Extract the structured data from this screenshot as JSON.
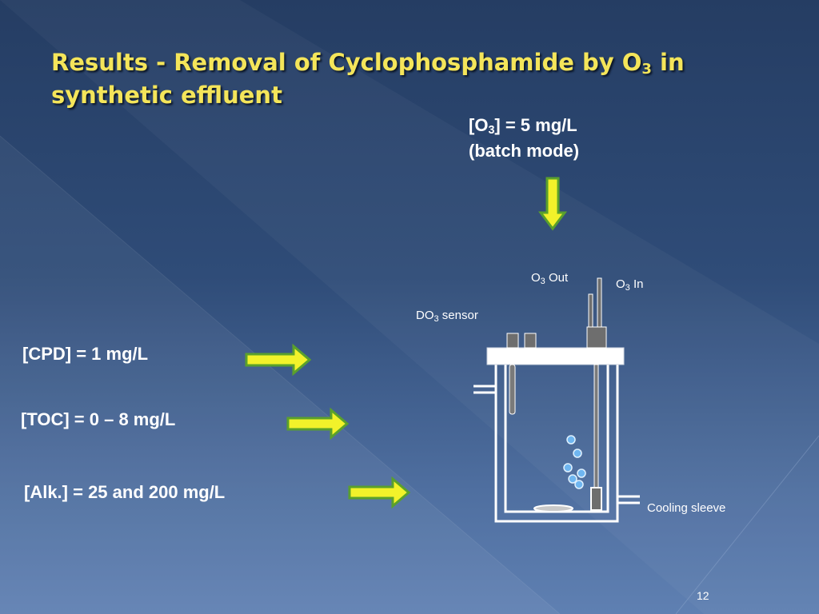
{
  "title": {
    "line1_pre": "Results - Removal of Cyclophosphamide by O",
    "line1_sub": "3",
    "line1_post": " in",
    "line2": "synthetic effluent"
  },
  "ozone_conditions": {
    "line1_pre": "[O",
    "line1_sub": "3",
    "line1_post": "] = 5 mg/L",
    "line2": "(batch mode)"
  },
  "parameters": {
    "cpd": "[CPD] = 1 mg/L",
    "toc": "[TOC] = 0 – 8 mg/L",
    "alk": "[Alk.] = 25 and 200 mg/L"
  },
  "reactor_labels": {
    "o3_out_pre": "O",
    "o3_out_sub": "3",
    "o3_out_post": " Out",
    "o3_in_pre": "O",
    "o3_in_sub": "3",
    "o3_in_post": " In",
    "do3_pre": "DO",
    "do3_sub": "3",
    "do3_post": " sensor",
    "cooling": "Cooling sleeve"
  },
  "page_number": "12",
  "colors": {
    "title": "#f4e55a",
    "arrow_fill": "#f2f22a",
    "arrow_border": "#5aa02c",
    "text": "#ffffff"
  },
  "icons": {
    "arrow_right": "right-arrow-icon",
    "arrow_down": "down-arrow-icon"
  }
}
